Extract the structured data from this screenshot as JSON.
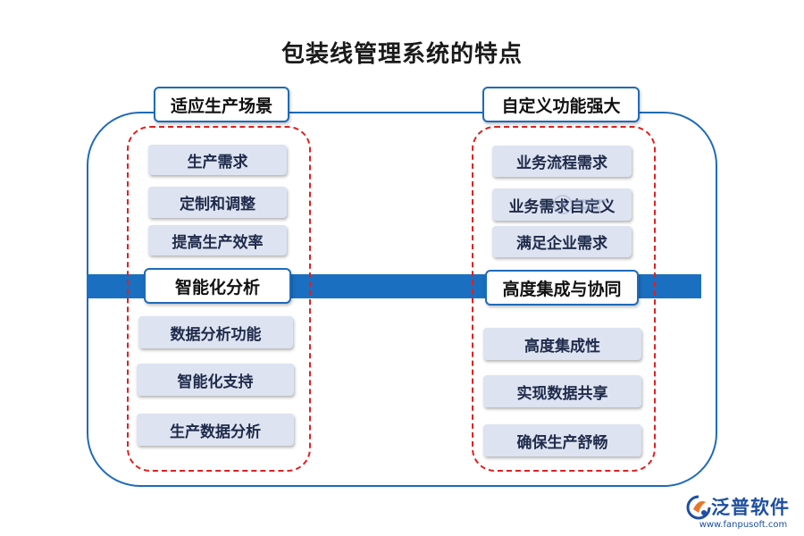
{
  "title": "包装线管理系统的特点",
  "left": {
    "top_header": "适应生产场景",
    "top_items": [
      "生产需求",
      "定制和调整",
      "提高生产效率"
    ],
    "mid_header": "智能化分析",
    "bottom_items": [
      "数据分析功能",
      "智能化支持",
      "生产数据分析"
    ]
  },
  "right": {
    "top_header": "自定义功能强大",
    "top_items": [
      "业务流程需求",
      "业务需求自定义",
      "满足企业需求"
    ],
    "mid_header": "高度集成与协同",
    "bottom_items": [
      "高度集成性",
      "实现数据共享",
      "确保生产舒畅"
    ]
  },
  "logo": {
    "name": "泛普软件",
    "url": "www.fanpusoft.com"
  },
  "colors": {
    "frame": "#1e6bb8",
    "band": "#1a6fc0",
    "dashed": "#e02020",
    "item_bg": "#dde3f0",
    "brand": "#1d4fa0",
    "logo_accent": "#e8762b"
  },
  "icons": {
    "logo": "fanpu-logo-icon"
  }
}
